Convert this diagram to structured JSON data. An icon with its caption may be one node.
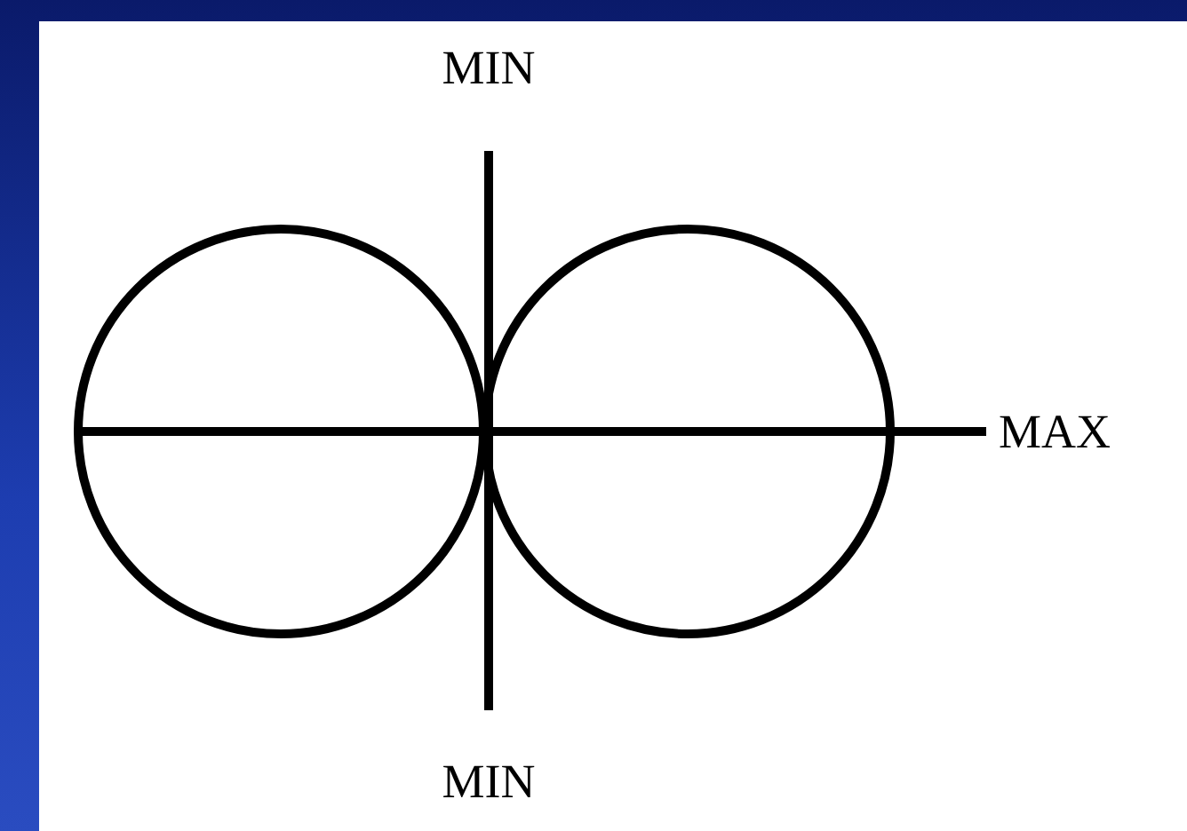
{
  "diagram": {
    "labels": [
      "MIN",
      "MAX",
      "MIN"
    ]
  }
}
